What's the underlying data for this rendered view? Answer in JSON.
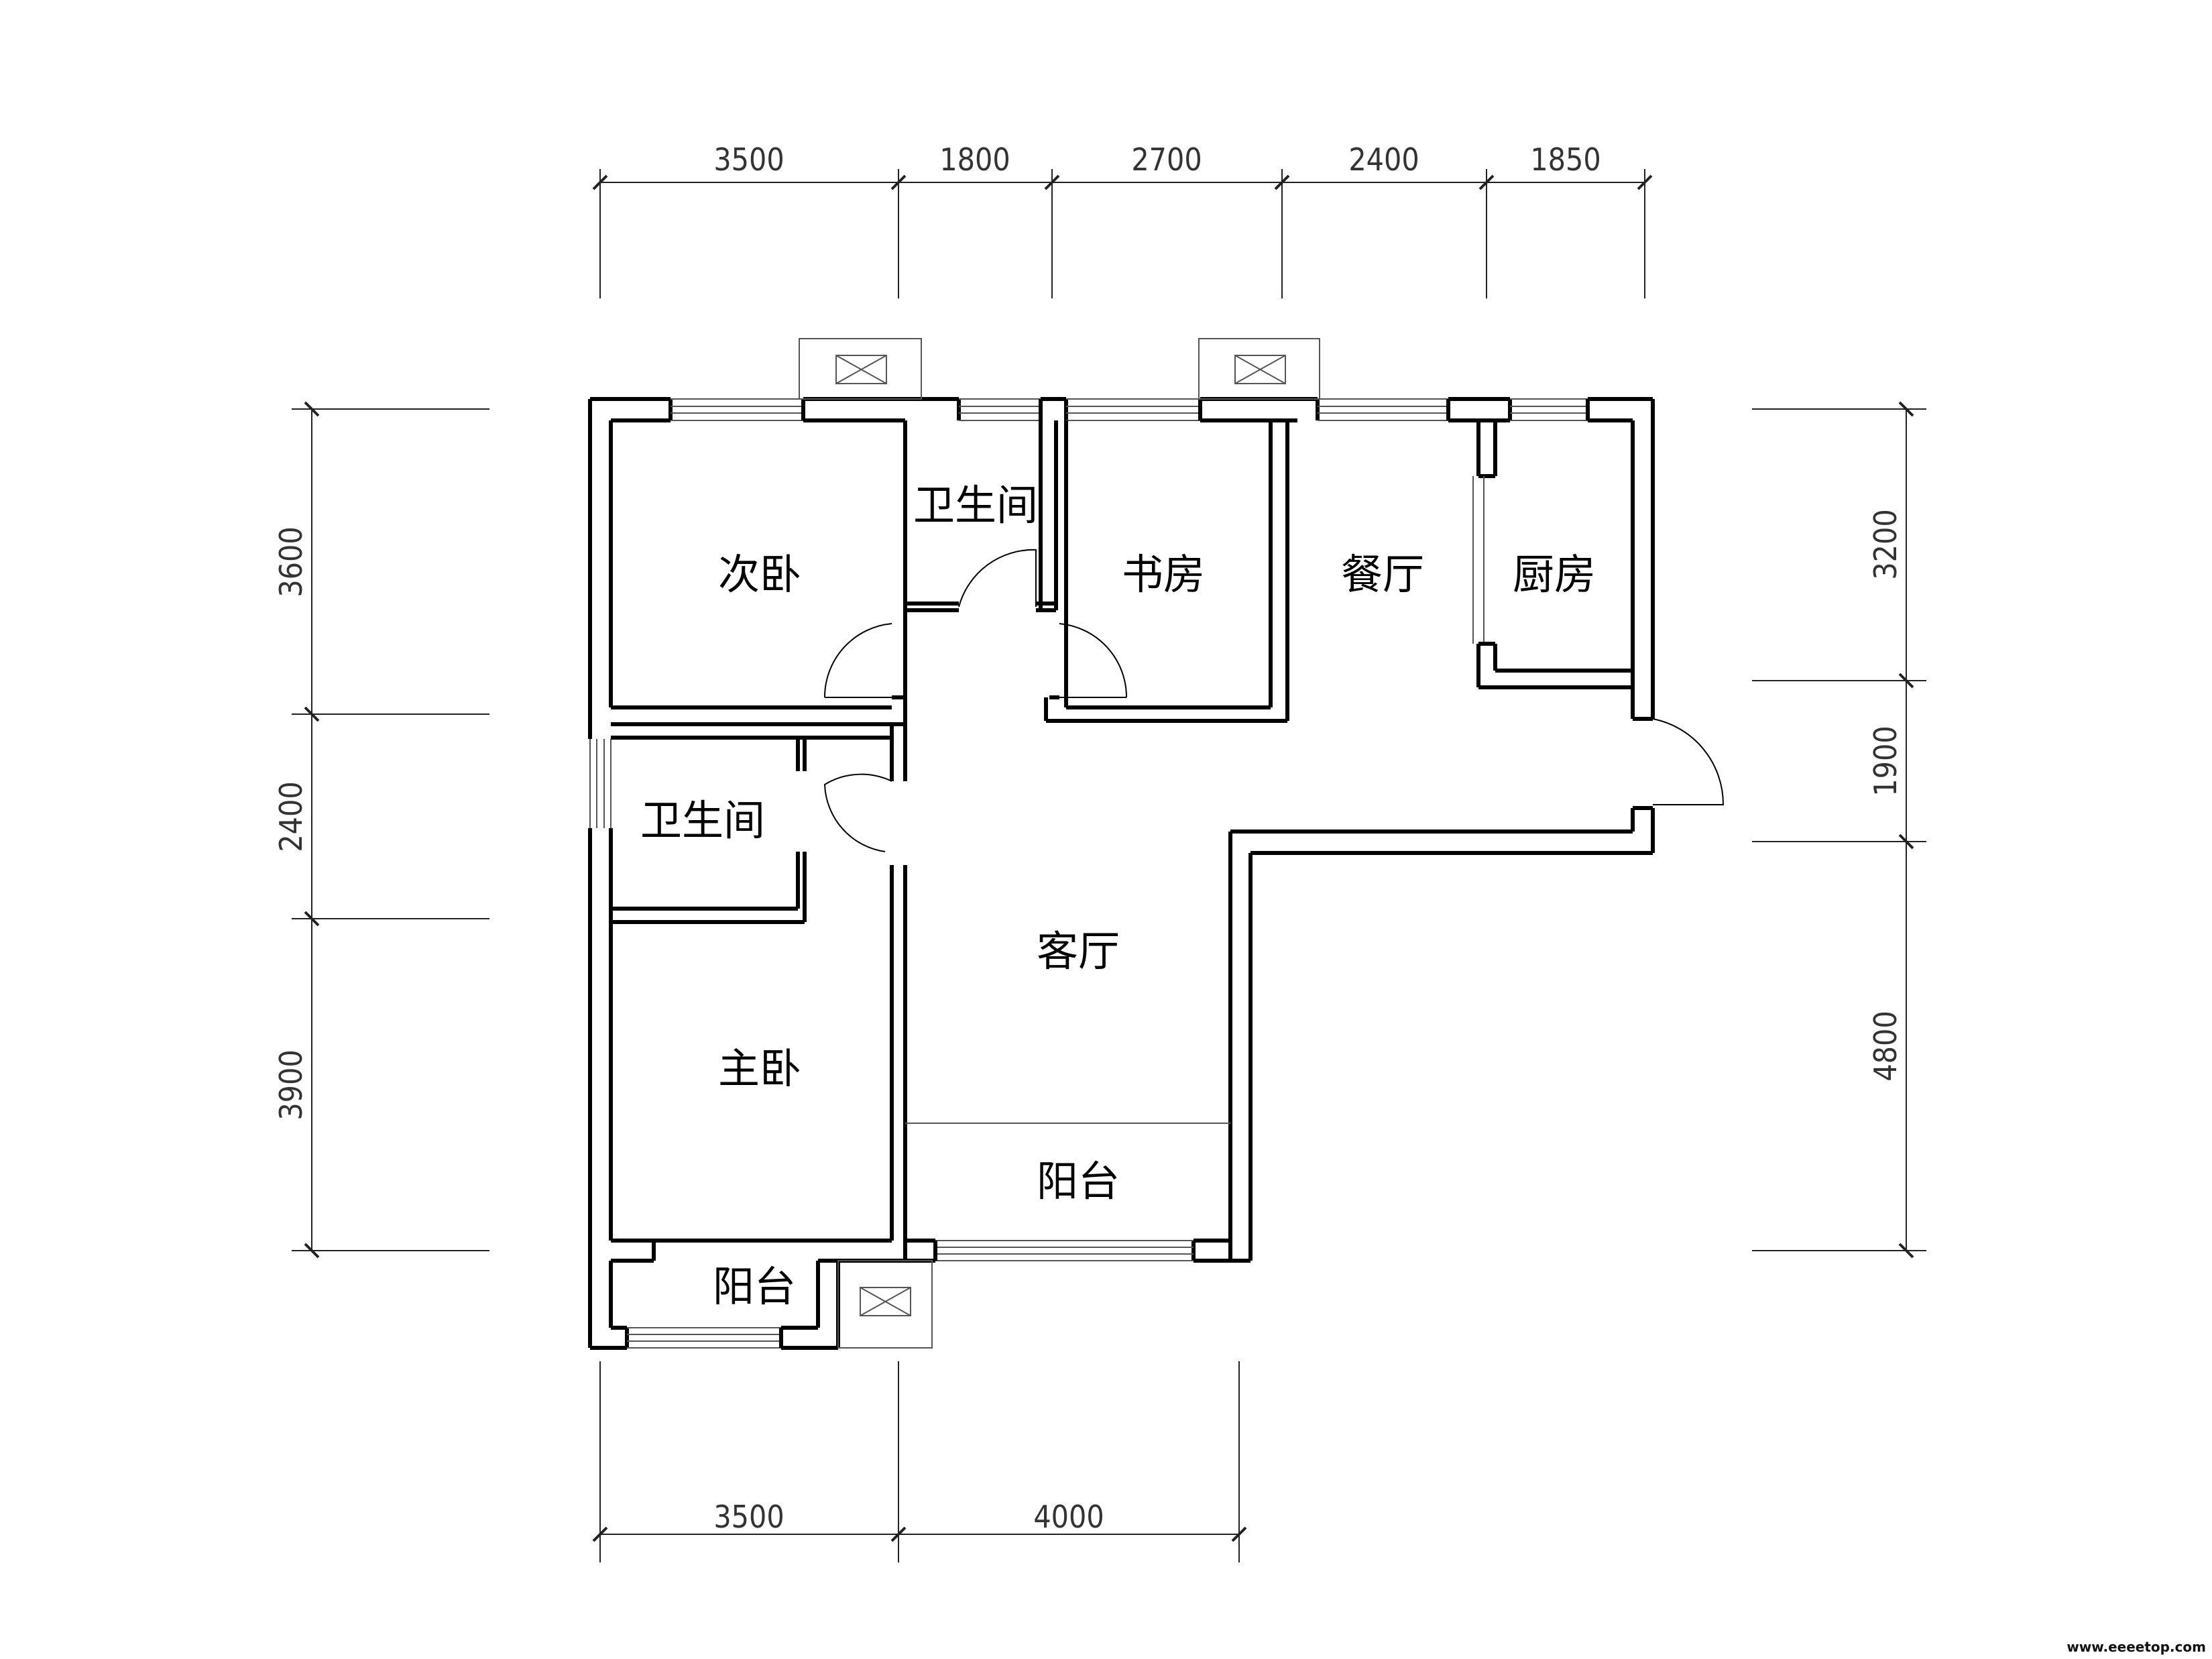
{
  "dimensions": {
    "top": [
      "3500",
      "1800",
      "2700",
      "2400",
      "1850"
    ],
    "bottom": [
      "3500",
      "4000"
    ],
    "left": [
      "3600",
      "2400",
      "3900"
    ],
    "right": [
      "3200",
      "1900",
      "4800"
    ]
  },
  "rooms": {
    "second_bedroom": "次卧",
    "bathroom_top": "卫生间",
    "study": "书房",
    "dining": "餐厅",
    "kitchen": "厨房",
    "bathroom_left": "卫生间",
    "living": "客厅",
    "master_bedroom": "主卧",
    "balcony_living": "阳台",
    "balcony_master": "阳台"
  },
  "watermark": "www.eeeetop.com"
}
